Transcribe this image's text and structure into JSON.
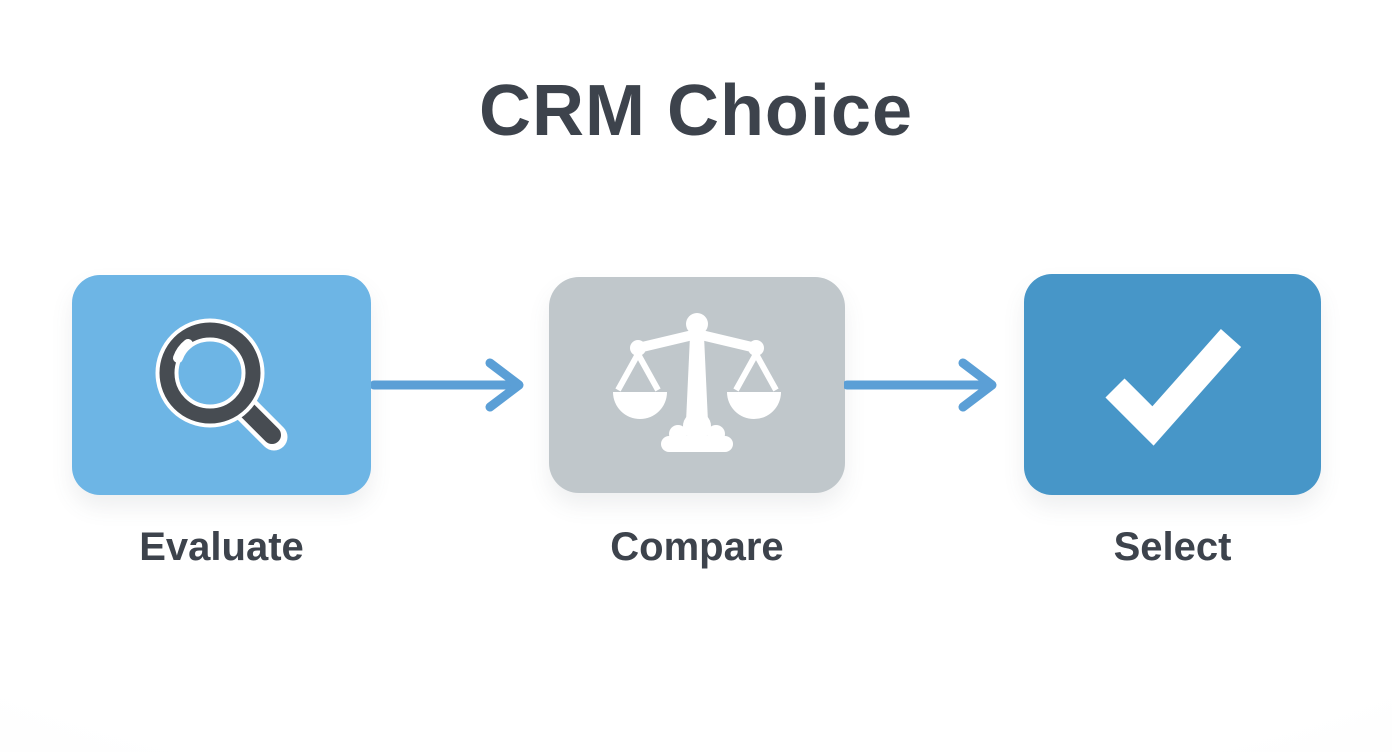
{
  "title": "CRM Choice",
  "flow": {
    "steps": [
      {
        "label": "Evaluate",
        "icon": "magnifier-icon",
        "box_color": "#6db5e5"
      },
      {
        "label": "Compare",
        "icon": "balance-scale-icon",
        "box_color": "#c0c7cb"
      },
      {
        "label": "Select",
        "icon": "checkmark-icon",
        "box_color": "#4796c8"
      }
    ],
    "arrow_color": "#5b9fd6"
  },
  "colors": {
    "background": "#ffffff",
    "title_text": "#3d434c",
    "label_text": "#3d434c",
    "icon_dark": "#474c52",
    "icon_light": "#ffffff"
  }
}
